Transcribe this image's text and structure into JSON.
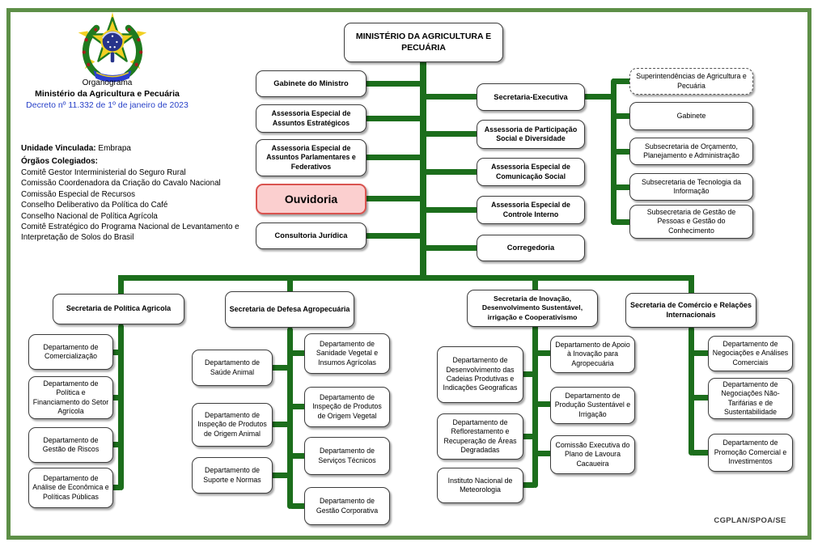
{
  "colors": {
    "connector_green": "#1c6e1c",
    "frame_green": "#5d8f47",
    "highlight_fill": "#fbcfcf",
    "highlight_border": "#d9534f",
    "decree_blue": "#2841c8"
  },
  "info_panel": {
    "title": "Organograma",
    "ministry": "Ministério da Agricultura e Pecuária",
    "decree": "Decreto nº 11.332 de 1º de janeiro de 2023",
    "linked_unit_label": "Unidade Vinculada:",
    "linked_unit_value": " Embrapa",
    "collegiate_label": "Órgãos Colegiados:",
    "collegiate_items": [
      "Comitê Gestor Interministerial do Seguro Rural",
      "Comissão Coordenadora da Criação do Cavalo Nacional",
      "Comissão Especial de Recursos",
      "Conselho Deliberativo da Política do Café",
      "Conselho Nacional de Política Agrícola",
      "Comitê Estratégico do Programa Nacional de Levantamento e Interpretação de Solos do Brasil"
    ]
  },
  "root": {
    "label": "MINISTÉRIO DA AGRICULTURA E PECUÁRIA"
  },
  "left_branch": [
    "Gabinete do Ministro",
    "Assessoria Especial de Assuntos Estratégicos",
    "Assessoria Especial de Assuntos Parlamentares e Federativos",
    "Ouvidoria",
    "Consultoria Jurídica"
  ],
  "right_branch": [
    "Secretaria-Executiva",
    "Assessoria de Participação Social e Diversidade",
    "Assessoria Especial de Comunicação Social",
    "Assessoria Especial de Controle Interno",
    "Corregedoria"
  ],
  "executive_children": [
    "Superintendências de Agricultura e Pecuária",
    "Gabinete",
    "Subsecretaria de Orçamento, Planejamento e Administração",
    "Subsecretaria de Tecnologia da Informação",
    "Subsecretaria de Gestão de Pessoas e Gestão do Conhecimento"
  ],
  "secretariats": {
    "politica_agricola": {
      "title": "Secretaria de Política Agricola",
      "departments": [
        "Departamento de Comercialização",
        "Departamento de Política e Financiamento do Setor Agrícola",
        "Departamento de Gestão de Riscos",
        "Departamento de Análise de Econômica e Políticas Públicas"
      ]
    },
    "defesa": {
      "title": "Secretaria de Defesa Agropecuária",
      "left": [
        "Departamento de Saúde Animal",
        "Departamento de Inspeção de Produtos de Origem Animal",
        "Departamento de Suporte e Normas"
      ],
      "right": [
        "Departamento de Sanidade Vegetal e Insumos Agrícolas",
        "Departamento de Inspeção de Produtos de Origem Vegetal",
        "Departamento de Serviços Técnicos",
        "Departamento de Gestão Corporativa"
      ]
    },
    "inovacao": {
      "title": "Secretaria de Inovação, Desenvolvimento Sustentável, irrigação e Cooperativismo",
      "left": [
        "Departamento de Desenvolvimento das Cadeias Produtivas e Indicações Geograficas",
        "Departamento de Reflorestamento e Recuperação de Áreas Degradadas",
        "Instituto Nacional de Meteorologia"
      ],
      "right": [
        "Departamento de Apoio à Inovação para Agropecuária",
        "Departamento de Produção Sustentável e Irrigação",
        "Comissão Executiva do Plano de Lavoura Cacaueira"
      ]
    },
    "comercio": {
      "title": "Secretaria de Comércio e Relações Internacionais",
      "departments": [
        "Departamento de Negociações e Análises Comerciais",
        "Departamento de Negociações Não-Tarifárias e de Sustentabilidade",
        "Departamento de Promoção Comercial e Investimentos"
      ]
    }
  },
  "footer": {
    "signature": "CGPLAN/SPOA/SE"
  }
}
